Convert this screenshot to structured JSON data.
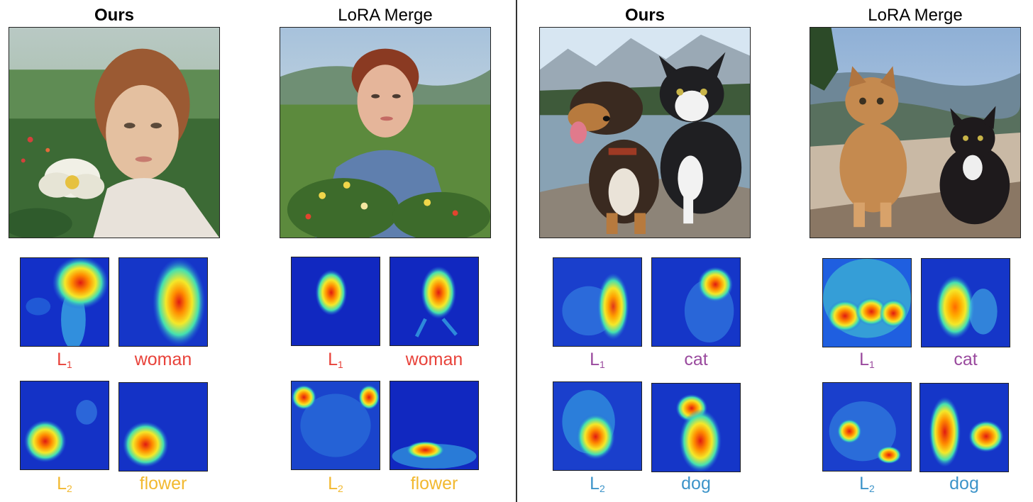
{
  "panels": [
    {
      "title": "Ours",
      "bold": true,
      "image_icon": "portrait-woman-flower-image",
      "row1": {
        "tokens": [
          {
            "base": "L",
            "sub": "1"
          },
          {
            "base": "woman",
            "sub": ""
          }
        ],
        "color": "#e8423a"
      },
      "row2": {
        "tokens": [
          {
            "base": "L",
            "sub": "2"
          },
          {
            "base": "flower",
            "sub": ""
          }
        ],
        "color": "#f2b930"
      }
    },
    {
      "title": "LoRA Merge",
      "bold": false,
      "image_icon": "portrait-woman-flowers-image",
      "row1": {
        "tokens": [
          {
            "base": "L",
            "sub": "1"
          },
          {
            "base": "woman",
            "sub": ""
          }
        ],
        "color": "#e8423a"
      },
      "row2": {
        "tokens": [
          {
            "base": "L",
            "sub": "2"
          },
          {
            "base": "flower",
            "sub": ""
          }
        ],
        "color": "#f2b930"
      }
    },
    {
      "title": "Ours",
      "bold": true,
      "image_icon": "cartoon-dog-and-cat-image",
      "row1": {
        "tokens": [
          {
            "base": "L",
            "sub": "1"
          },
          {
            "base": "cat",
            "sub": ""
          }
        ],
        "color": "#9a4a9e"
      },
      "row2": {
        "tokens": [
          {
            "base": "L",
            "sub": "2"
          },
          {
            "base": "dog",
            "sub": ""
          }
        ],
        "color": "#3d94c9"
      }
    },
    {
      "title": "LoRA Merge",
      "bold": false,
      "image_icon": "photo-two-cats-image",
      "row1": {
        "tokens": [
          {
            "base": "L",
            "sub": "1"
          },
          {
            "base": "cat",
            "sub": ""
          }
        ],
        "color": "#9a4a9e"
      },
      "row2": {
        "tokens": [
          {
            "base": "L",
            "sub": "2"
          },
          {
            "base": "dog",
            "sub": ""
          }
        ],
        "color": "#3d94c9"
      }
    }
  ]
}
